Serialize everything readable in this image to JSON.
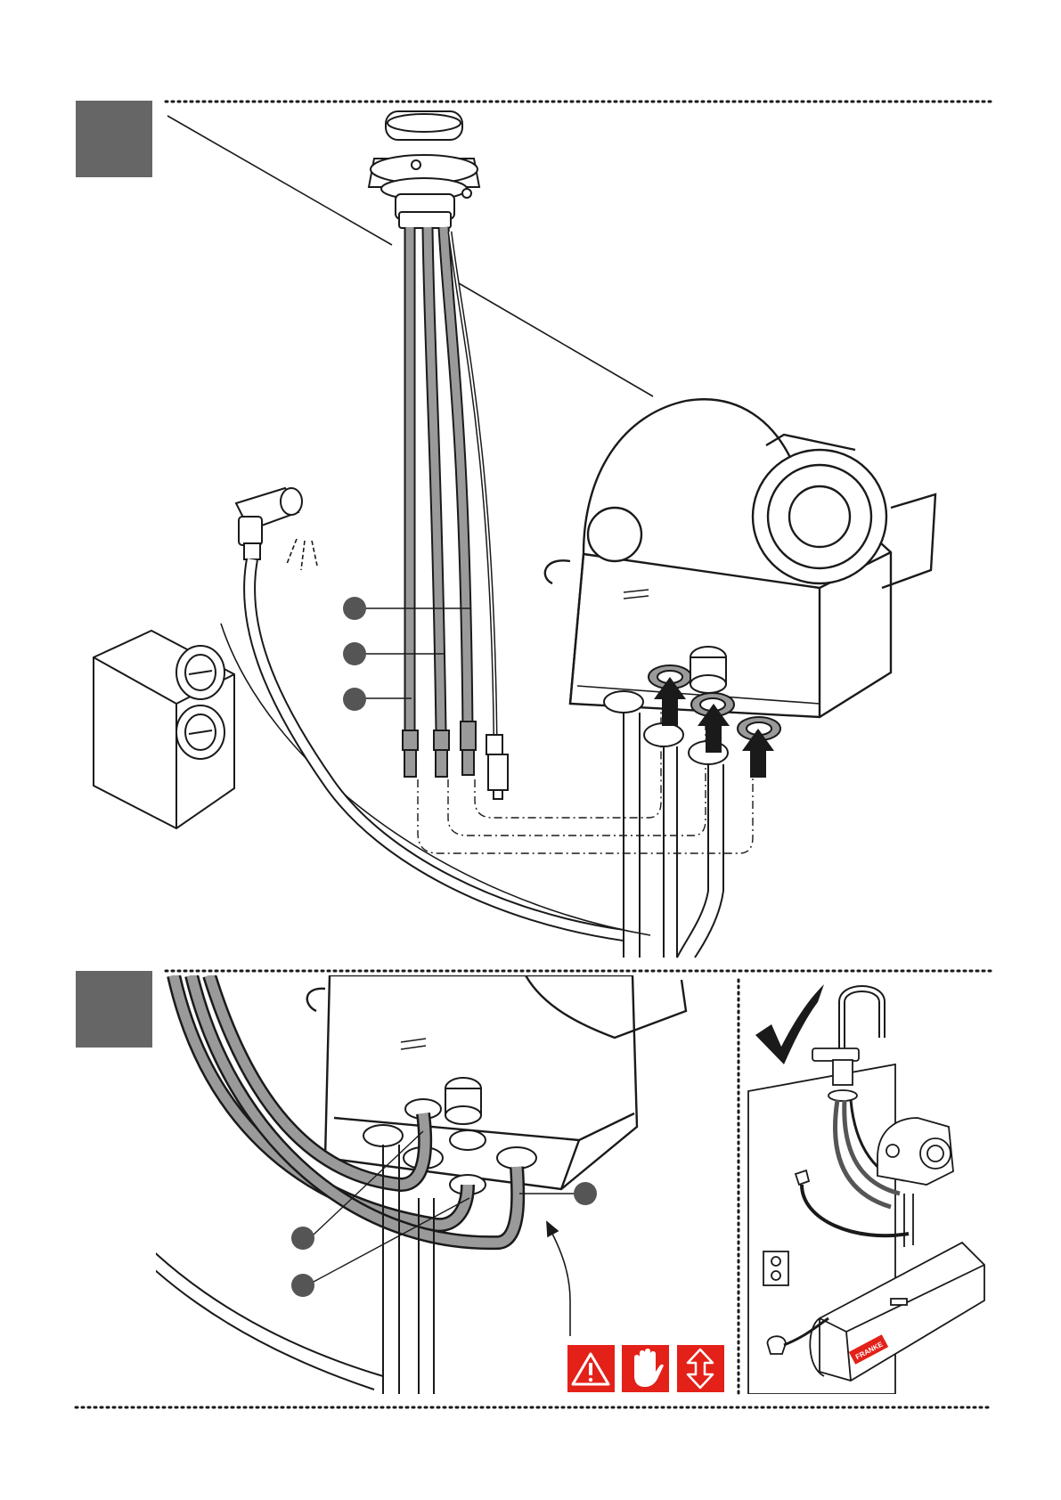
{
  "page": {
    "background": "#ffffff",
    "ink": "#1a1a1a",
    "step_box_color": "#666666",
    "marker_color": "#555555",
    "hose_fill": "#9a9a9a",
    "warning_red": "#e32119"
  },
  "steps": [
    {
      "id": "step-1",
      "label": ""
    },
    {
      "id": "step-2",
      "label": ""
    }
  ],
  "warning_icons": [
    {
      "name": "warning-triangle-icon"
    },
    {
      "name": "hand-stop-icon"
    },
    {
      "name": "vertical-arrows-icon"
    }
  ],
  "brand_label": "FRANKE"
}
